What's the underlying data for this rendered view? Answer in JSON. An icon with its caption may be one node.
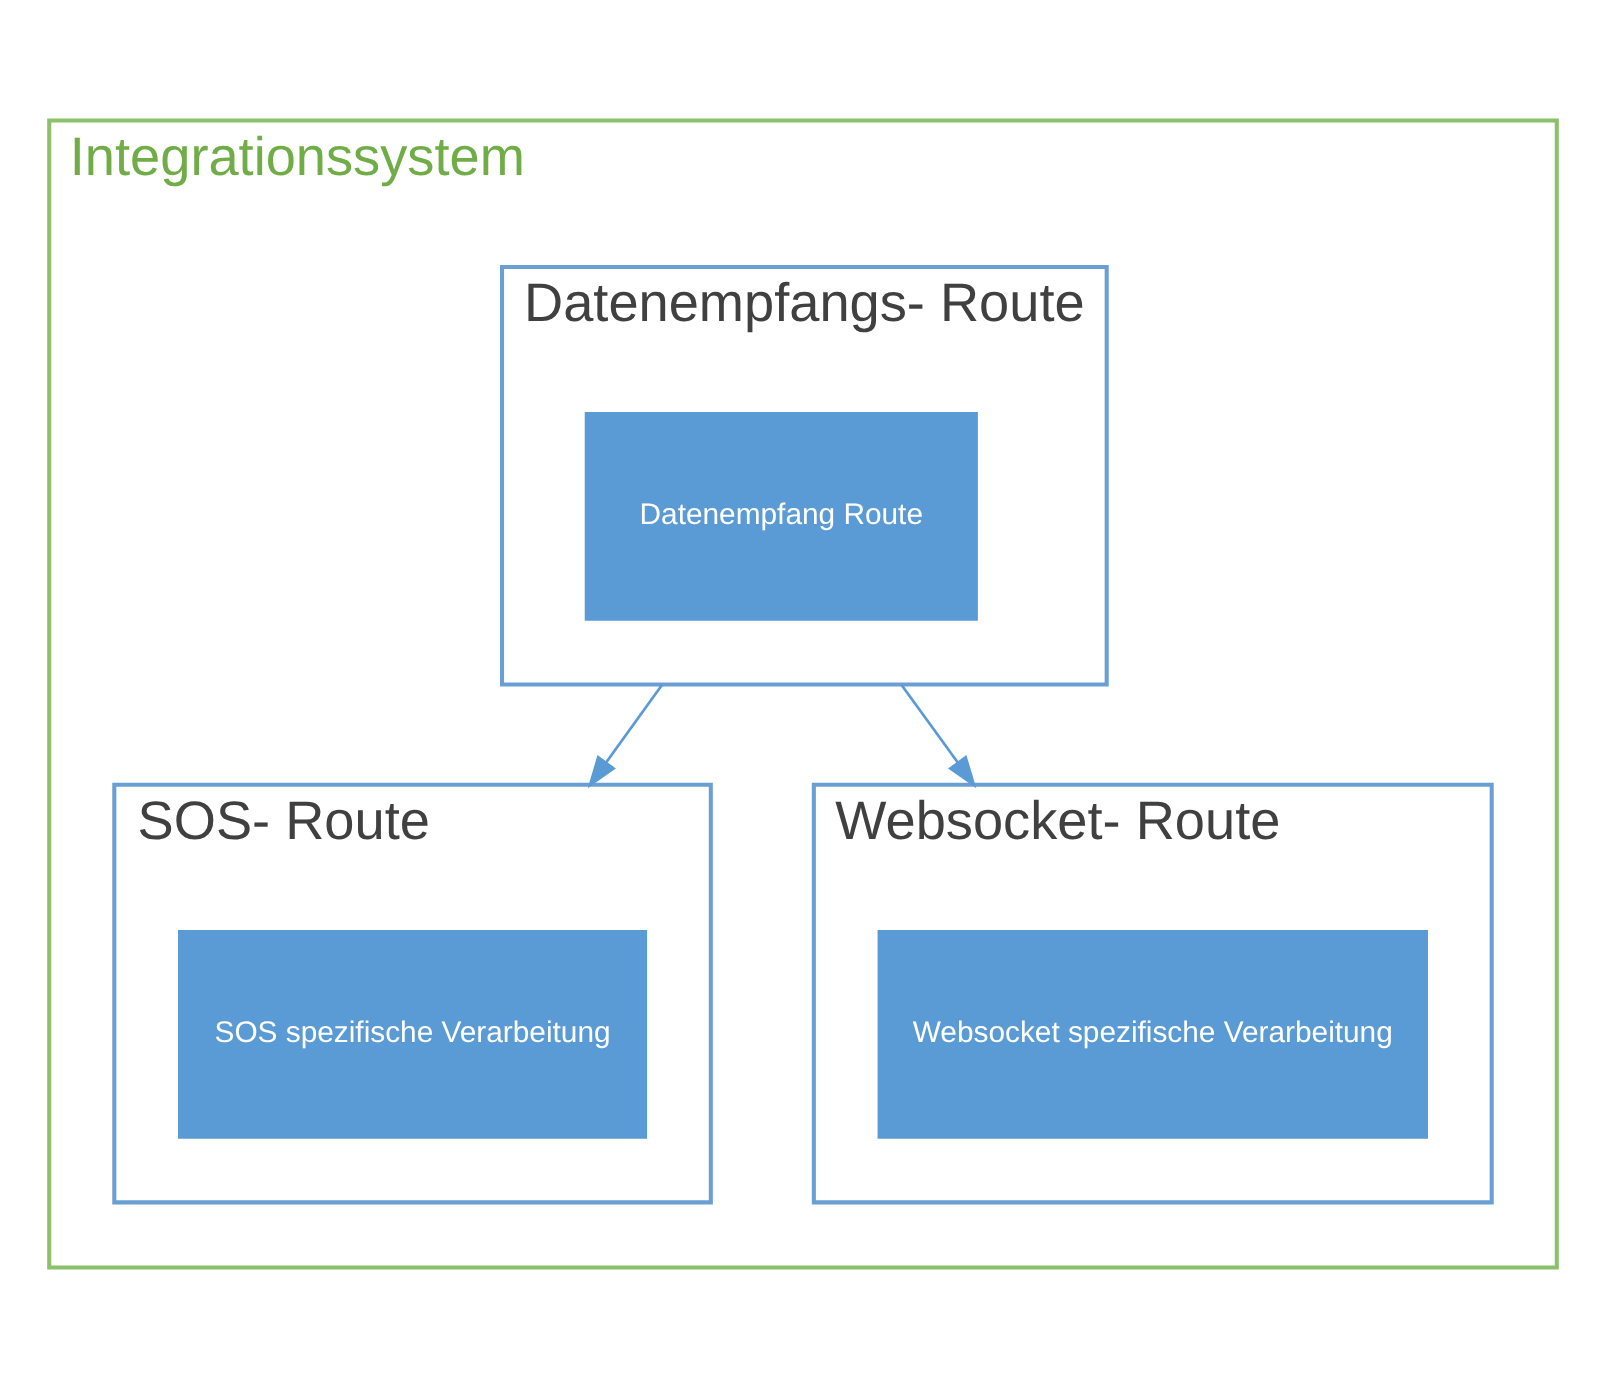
{
  "diagram": {
    "nodes": [
      {
        "text": [
          "Integrationssystem"
        ]
      },
      {
        "text": [
          "Datenempfangs- Route"
        ],
        "in": 0
      },
      {
        "text": [
          "Datenempfang Route"
        ],
        "in": 1
      },
      {
        "text": [
          "SOS- Route"
        ],
        "in": 0
      },
      {
        "text": [
          "SOS spezifische Verarbeitung"
        ],
        "in": 3
      },
      {
        "text": [
          "Websocket- Route"
        ],
        "in": 0
      },
      {
        "text": [
          "Websocket spezifische Verarbeitung"
        ],
        "in": 5
      }
    ],
    "edges": [
      {
        "from": 1,
        "to": 3,
        "arrow": "to"
      },
      {
        "from": 1,
        "to": 5,
        "arrow": "to"
      }
    ]
  }
}
